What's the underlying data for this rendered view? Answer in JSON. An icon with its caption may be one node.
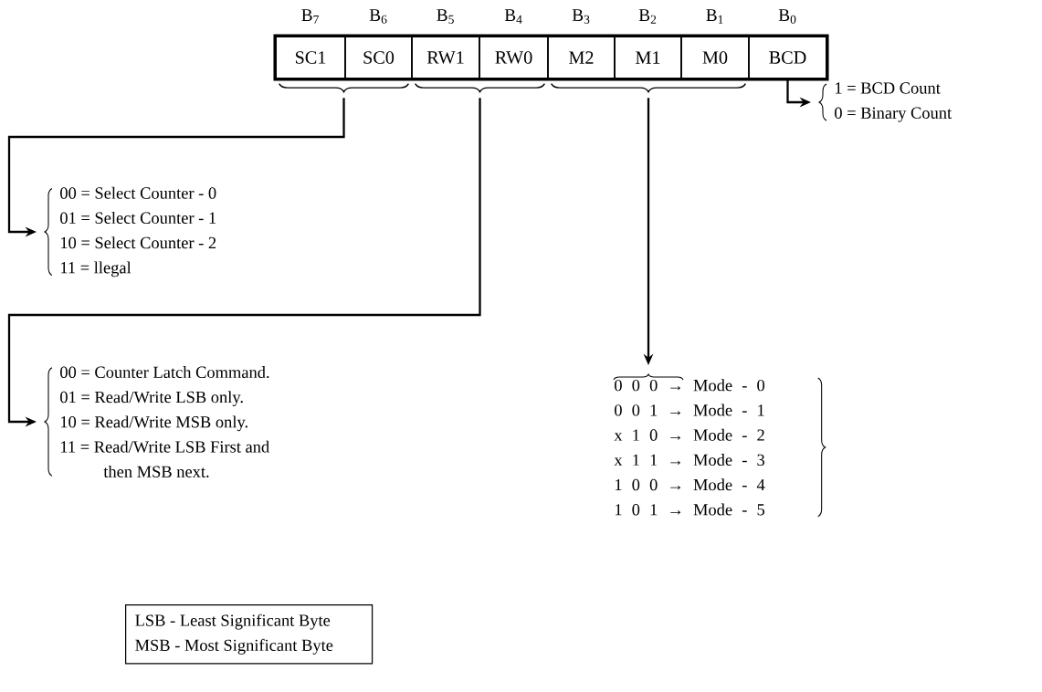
{
  "diagram": {
    "nodes": [
      {
        "text": [
          "B$_{7}$",
          "SC1"
        ]
      },
      {
        "text": [
          "B$_{6}$",
          "SC0"
        ]
      },
      {
        "text": [
          "B$_{5}$",
          "RW1"
        ]
      },
      {
        "text": [
          "B$_{4}$",
          "RW0"
        ]
      },
      {
        "text": [
          "B$_{3}$",
          "M2"
        ]
      },
      {
        "text": [
          "B$_{2}$",
          "M1"
        ]
      },
      {
        "text": [
          "B$_{1}$",
          "M0"
        ]
      },
      {
        "text": [
          "B$_{0}$",
          "BCD"
        ]
      },
      {
        "text": [],
        "shape": "brace"
      },
      {
        "text": [],
        "shape": "brace"
      },
      {
        "text": [],
        "shape": "brace"
      },
      {
        "text": [
          "00 = Select Counter - 0",
          "01 = Select Counter - 1",
          "10 = Select Counter - 2",
          "11 = llegal"
        ]
      },
      {
        "text": [
          "00 = Counter Latch Command.",
          "01 = Read/Write LSB only.",
          "10 = Read/Write MSB only.",
          "11 = Read/Write LSB First and then MSB next."
        ]
      },
      {
        "text": [
          "0 0 0 → Mode - 0",
          "0 0 1 → Mode - 1",
          "x 1 0 → Mode - 2",
          "x 1 1 → Mode - 3",
          "1 0 0 → Mode - 4",
          "1 0 1 → Mode - 5"
        ]
      },
      {
        "text": [
          "1 = BCD Count",
          "0 = Binary Count"
        ]
      },
      {
        "text": [
          "LSB - Least Significant Byte",
          "MSB - Most Significant Byte"
        ]
      }
    ],
    "edges": [
      {
        "from": 8,
        "to": 11,
        "arrow": "to"
      },
      {
        "from": 9,
        "to": 12,
        "arrow": "to"
      },
      {
        "from": 10,
        "to": 13,
        "arrow": "to"
      },
      {
        "from": 7,
        "to": 14,
        "arrow": "to"
      }
    ]
  }
}
